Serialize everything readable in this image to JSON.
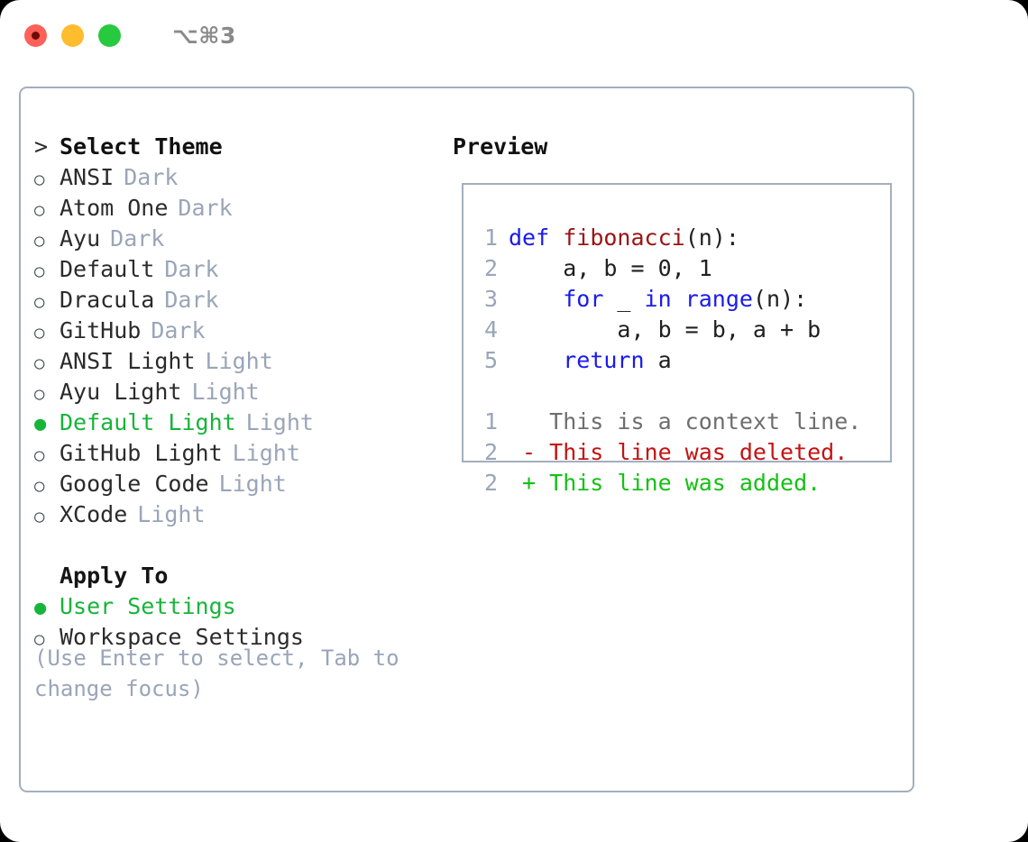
{
  "window": {
    "shortcut": "⌥⌘3",
    "traffic_lights": [
      {
        "name": "close-button",
        "color": "#ff6058"
      },
      {
        "name": "minimize-button",
        "color": "#febc2e"
      },
      {
        "name": "maximize-button",
        "color": "#27c93f"
      }
    ]
  },
  "theme_list": {
    "header_marker": ">",
    "header_label": "Select Theme",
    "marker_off": "○",
    "marker_on": "●",
    "items": [
      {
        "label": "ANSI",
        "tag": "Dark",
        "selected": false
      },
      {
        "label": "Atom One",
        "tag": "Dark",
        "selected": false
      },
      {
        "label": "Ayu",
        "tag": "Dark",
        "selected": false
      },
      {
        "label": "Default",
        "tag": "Dark",
        "selected": false
      },
      {
        "label": "Dracula",
        "tag": "Dark",
        "selected": false
      },
      {
        "label": "GitHub",
        "tag": "Dark",
        "selected": false
      },
      {
        "label": "ANSI Light",
        "tag": "Light",
        "selected": false
      },
      {
        "label": "Ayu Light",
        "tag": "Light",
        "selected": false
      },
      {
        "label": "Default Light",
        "tag": "Light",
        "selected": true
      },
      {
        "label": "GitHub Light",
        "tag": "Light",
        "selected": false
      },
      {
        "label": "Google Code",
        "tag": "Light",
        "selected": false
      },
      {
        "label": "XCode",
        "tag": "Light",
        "selected": false
      }
    ]
  },
  "apply_to": {
    "title": "Apply To",
    "options": [
      {
        "label": "User Settings",
        "selected": true
      },
      {
        "label": "Workspace Settings",
        "selected": false
      }
    ]
  },
  "hint": "(Use Enter to select, Tab to change focus)",
  "preview": {
    "title": "Preview",
    "code_lines": [
      {
        "num": "1",
        "tokens": [
          {
            "t": "def",
            "c": "kw"
          },
          {
            "t": " ",
            "c": "pl"
          },
          {
            "t": "fibonacci",
            "c": "fn"
          },
          {
            "t": "(n):",
            "c": "pl"
          }
        ]
      },
      {
        "num": "2",
        "tokens": [
          {
            "t": "    a, b = 0, 1",
            "c": "pl"
          }
        ]
      },
      {
        "num": "3",
        "tokens": [
          {
            "t": "    ",
            "c": "pl"
          },
          {
            "t": "for",
            "c": "kw"
          },
          {
            "t": " _ ",
            "c": "pl"
          },
          {
            "t": "in",
            "c": "kw"
          },
          {
            "t": " ",
            "c": "pl"
          },
          {
            "t": "range",
            "c": "kw"
          },
          {
            "t": "(n):",
            "c": "pl"
          }
        ]
      },
      {
        "num": "4",
        "tokens": [
          {
            "t": "        a, b = b, a + b",
            "c": "pl"
          }
        ]
      },
      {
        "num": "5",
        "tokens": [
          {
            "t": "    ",
            "c": "pl"
          },
          {
            "t": "return",
            "c": "kw"
          },
          {
            "t": " a",
            "c": "pl"
          }
        ]
      }
    ],
    "diff_lines": [
      {
        "num": "1",
        "tokens": [
          {
            "t": "   This is a context line.",
            "c": "ctx"
          }
        ]
      },
      {
        "num": "2",
        "tokens": [
          {
            "t": " - This line was deleted.",
            "c": "del"
          }
        ]
      },
      {
        "num": "2",
        "tokens": [
          {
            "t": " + This line was added.",
            "c": "add"
          }
        ]
      }
    ]
  },
  "colors": {
    "accent_green": "#17b43a",
    "muted": "#9aa5b8",
    "border": "#a3aebf",
    "keyword_blue": "#1a1aee",
    "function_red": "#9c1313",
    "diff_deleted": "#c41212",
    "diff_added": "#15c015"
  }
}
